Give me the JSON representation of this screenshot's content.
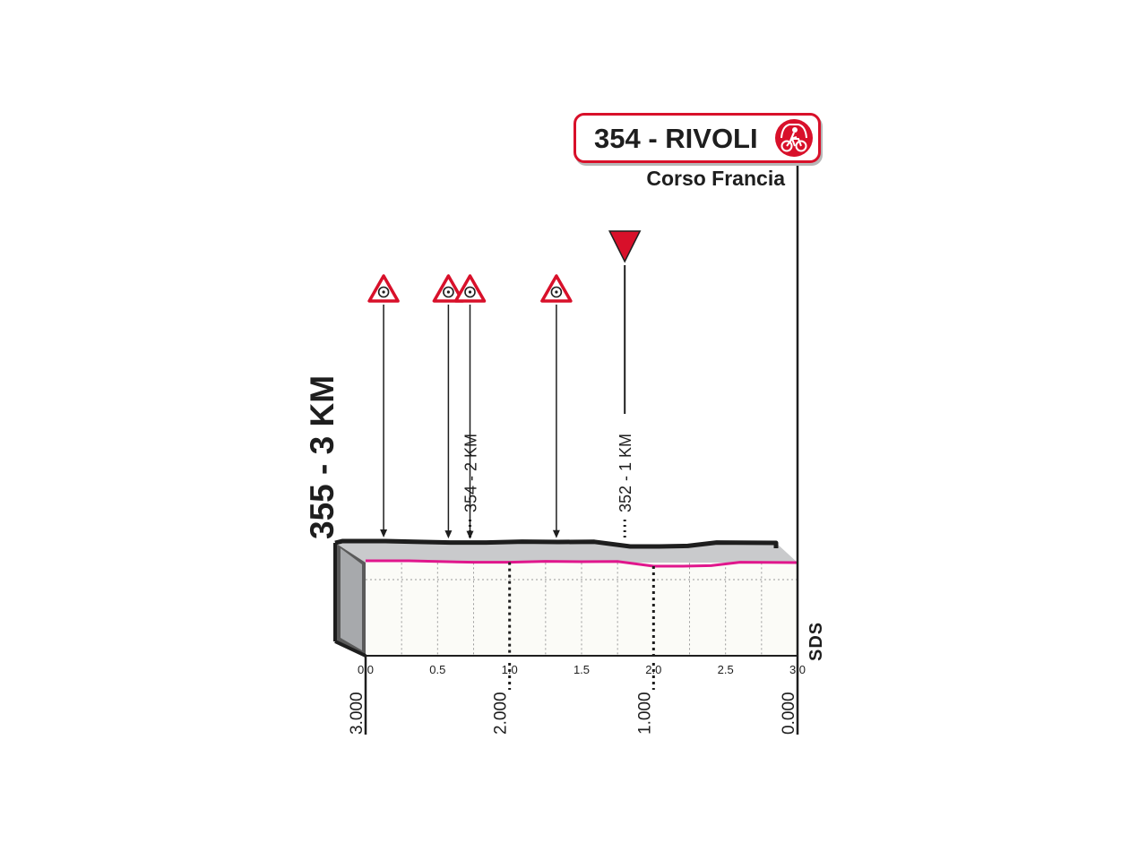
{
  "finish": {
    "label": "354 - RIVOLI",
    "sublabel": "Corso Francia",
    "icon": "finish-cyclist-icon",
    "color": "#d8102a"
  },
  "side_label": "355 - 3 KM",
  "sds_label": "SDS",
  "colors": {
    "road_line": "#e0168c",
    "wall_dark": "#5a5a5a",
    "wall_light": "#a7a9ac",
    "top_surface": "#c9cacc",
    "lower_fill": "#fbfbf7",
    "outline": "#1e1e1e",
    "roundabout_sign": "#d8102a",
    "flamme_rouge": "#d8102a"
  },
  "chart_data": {
    "type": "area",
    "title": "354 - RIVOLI",
    "subtitle": "Corso Francia",
    "xlabel": "",
    "ylabel": "",
    "xlim": [
      0,
      3.0
    ],
    "x_ticks": [
      "0.0",
      "0.5",
      "1.0",
      "1.5",
      "2.0",
      "2.5",
      "3.0"
    ],
    "x_tick_values": [
      0,
      0.5,
      1.0,
      1.5,
      2.0,
      2.5,
      3.0
    ],
    "distance_to_finish_labels": [
      {
        "x": 0.0,
        "label": "3.000"
      },
      {
        "x": 1.0,
        "label": "2.000"
      },
      {
        "x": 2.0,
        "label": "1.000"
      },
      {
        "x": 3.0,
        "label": "0.000"
      }
    ],
    "profile": {
      "x": [
        0,
        0.1,
        0.3,
        0.5,
        0.75,
        1.0,
        1.25,
        1.5,
        1.75,
        2.0,
        2.2,
        2.4,
        2.6,
        3.0
      ],
      "elevation": [
        355,
        355,
        355,
        354.6,
        354.2,
        354.2,
        354.7,
        354.5,
        354.6,
        352,
        352,
        352.3,
        354.2,
        354
      ]
    },
    "markers": [
      {
        "x": 0.15,
        "type": "roundabout",
        "icon": "roundabout-warning-icon"
      },
      {
        "x": 0.6,
        "type": "roundabout",
        "icon": "roundabout-warning-icon"
      },
      {
        "x": 0.75,
        "type": "roundabout",
        "icon": "roundabout-warning-icon"
      },
      {
        "x": 1.35,
        "type": "roundabout",
        "icon": "roundabout-warning-icon"
      },
      {
        "x": 1.8,
        "type": "flamme_rouge",
        "icon": "red-triangle-icon"
      }
    ],
    "km_annotations": [
      {
        "x": 0.75,
        "label": "354 - 2 KM"
      },
      {
        "x": 1.8,
        "label": "352 - 1 KM"
      }
    ]
  }
}
